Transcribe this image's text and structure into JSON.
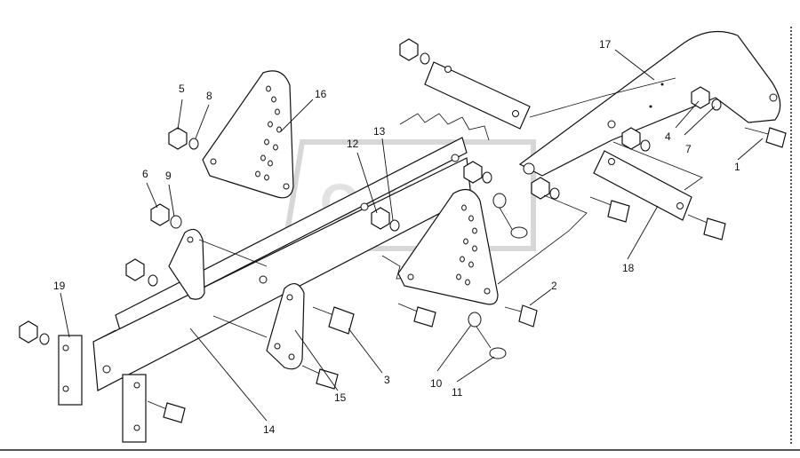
{
  "diagram": {
    "watermark_text": "OPEX",
    "callouts": [
      {
        "id": "c1",
        "label": "1"
      },
      {
        "id": "c2",
        "label": "2"
      },
      {
        "id": "c3",
        "label": "3"
      },
      {
        "id": "c4",
        "label": "4"
      },
      {
        "id": "c5",
        "label": "5"
      },
      {
        "id": "c6",
        "label": "6"
      },
      {
        "id": "c7",
        "label": "7"
      },
      {
        "id": "c8",
        "label": "8"
      },
      {
        "id": "c9",
        "label": "9"
      },
      {
        "id": "c10",
        "label": "10"
      },
      {
        "id": "c11",
        "label": "11"
      },
      {
        "id": "c12",
        "label": "12"
      },
      {
        "id": "c13",
        "label": "13"
      },
      {
        "id": "c14",
        "label": "14"
      },
      {
        "id": "c15",
        "label": "15"
      },
      {
        "id": "c16",
        "label": "16"
      },
      {
        "id": "c17",
        "label": "17"
      },
      {
        "id": "c18",
        "label": "18"
      },
      {
        "id": "c19",
        "label": "19"
      }
    ]
  }
}
